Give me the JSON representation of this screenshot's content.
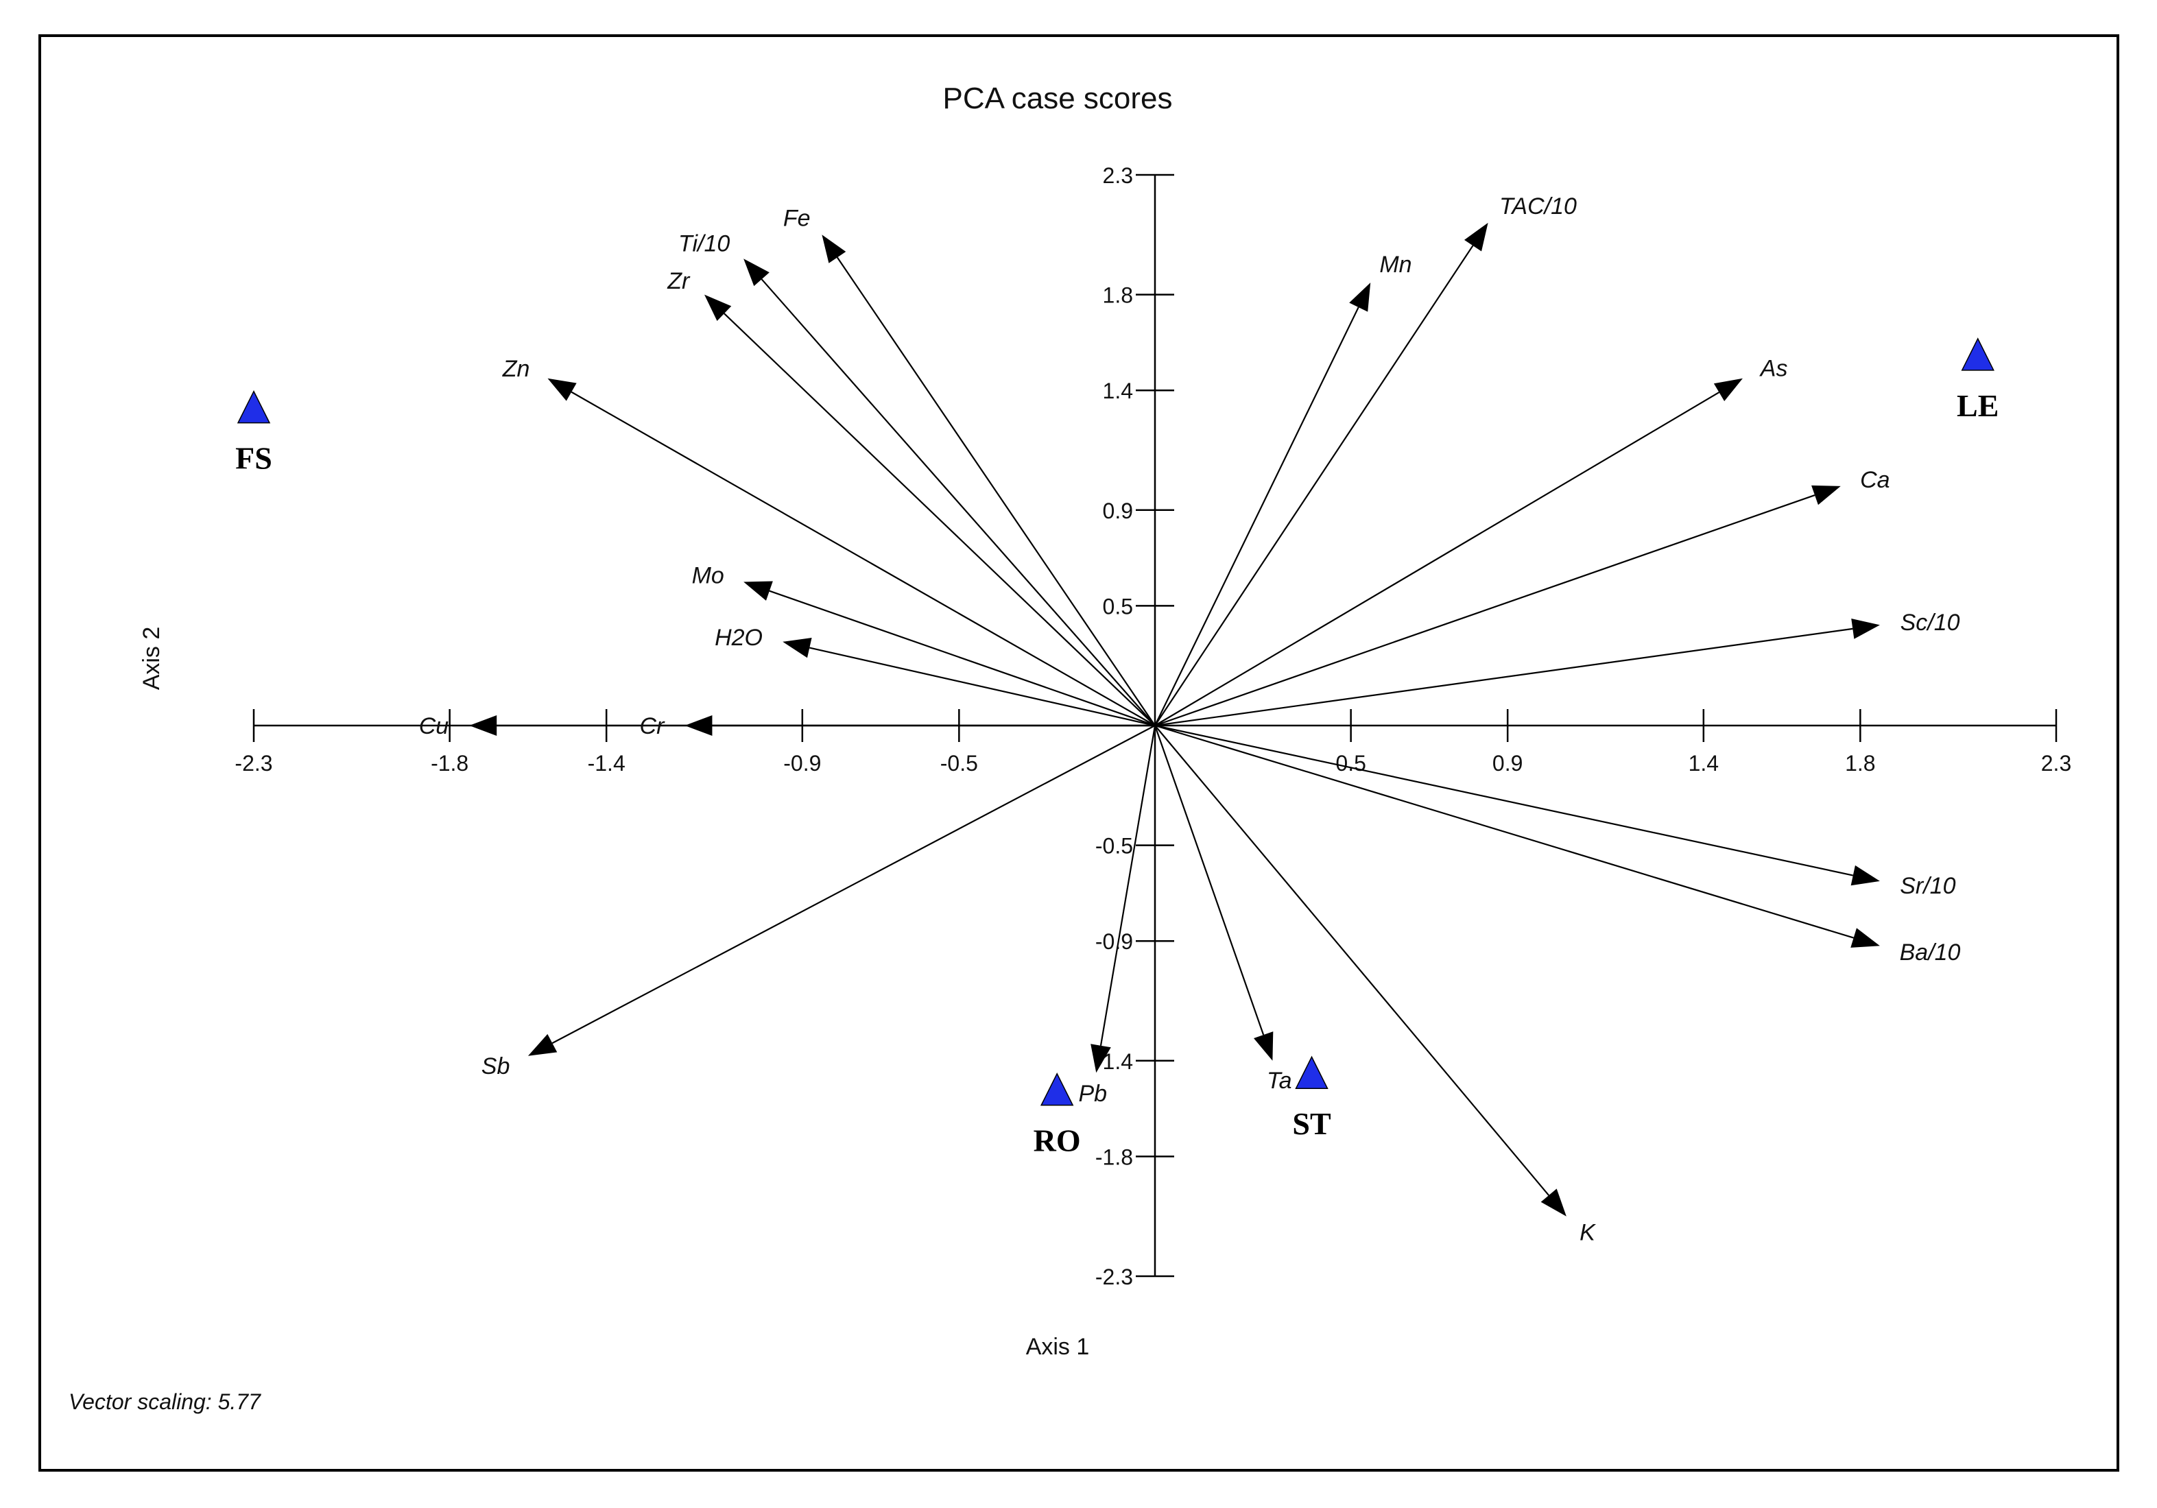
{
  "chart_data": {
    "type": "scatter",
    "title": "PCA case scores",
    "xlabel": "Axis 1",
    "ylabel": "Axis 2",
    "xlim": [
      -2.3,
      2.3
    ],
    "ylim": [
      -2.3,
      2.3
    ],
    "x_ticks": [
      "-2.3",
      "-1.8",
      "-1.4",
      "-0.9",
      "-0.5",
      "0.5",
      "0.9",
      "1.4",
      "1.8",
      "2.3"
    ],
    "y_ticks": [
      "2.3",
      "1.8",
      "1.4",
      "0.9",
      "0.5",
      "-0.5",
      "-0.9",
      "-1.4",
      "-1.8",
      "-2.3"
    ],
    "x_tick_values": [
      -2.3,
      -1.8,
      -1.4,
      -0.9,
      -0.5,
      0.5,
      0.9,
      1.4,
      1.8,
      2.3
    ],
    "y_tick_values": [
      2.3,
      1.8,
      1.4,
      0.9,
      0.5,
      -0.5,
      -0.9,
      -1.4,
      -1.8,
      -2.3
    ],
    "grid": false,
    "sites": [
      {
        "label": "FS",
        "x": -2.3,
        "y": 1.33
      },
      {
        "label": "LE",
        "x": 2.1,
        "y": 1.55
      },
      {
        "label": "RO",
        "x": -0.25,
        "y": -1.52
      },
      {
        "label": "ST",
        "x": 0.4,
        "y": -1.45
      }
    ],
    "vectors": [
      {
        "label": "Cu",
        "x": -1.75,
        "y": 0.0
      },
      {
        "label": "Cr",
        "x": -1.2,
        "y": 0.0
      },
      {
        "label": "Fe",
        "x": -0.85,
        "y": 2.05
      },
      {
        "label": "Ti/10",
        "x": -1.05,
        "y": 1.95
      },
      {
        "label": "Zr",
        "x": -1.15,
        "y": 1.8
      },
      {
        "label": "Zn",
        "x": -1.55,
        "y": 1.45
      },
      {
        "label": "Mo",
        "x": -1.05,
        "y": 0.6
      },
      {
        "label": "H2O",
        "x": -0.95,
        "y": 0.35
      },
      {
        "label": "Mn",
        "x": 0.55,
        "y": 1.85
      },
      {
        "label": "TAC/10",
        "x": 0.85,
        "y": 2.1
      },
      {
        "label": "As",
        "x": 1.5,
        "y": 1.45
      },
      {
        "label": "Ca",
        "x": 1.75,
        "y": 1.0
      },
      {
        "label": "Sc/10",
        "x": 1.85,
        "y": 0.42
      },
      {
        "label": "Sr/10",
        "x": 1.85,
        "y": -0.65
      },
      {
        "label": "Ba/10",
        "x": 1.85,
        "y": -0.92
      },
      {
        "label": "K",
        "x": 1.05,
        "y": -2.05
      },
      {
        "label": "Ta",
        "x": 0.3,
        "y": -1.4
      },
      {
        "label": "Pb",
        "x": -0.15,
        "y": -1.45
      },
      {
        "label": "Sb",
        "x": -1.6,
        "y": -1.38
      }
    ],
    "footnote": "Vector scaling: 5.77"
  },
  "colors": {
    "site_marker": "#1f2ee8",
    "vector": "#000000",
    "axis": "#000000"
  }
}
